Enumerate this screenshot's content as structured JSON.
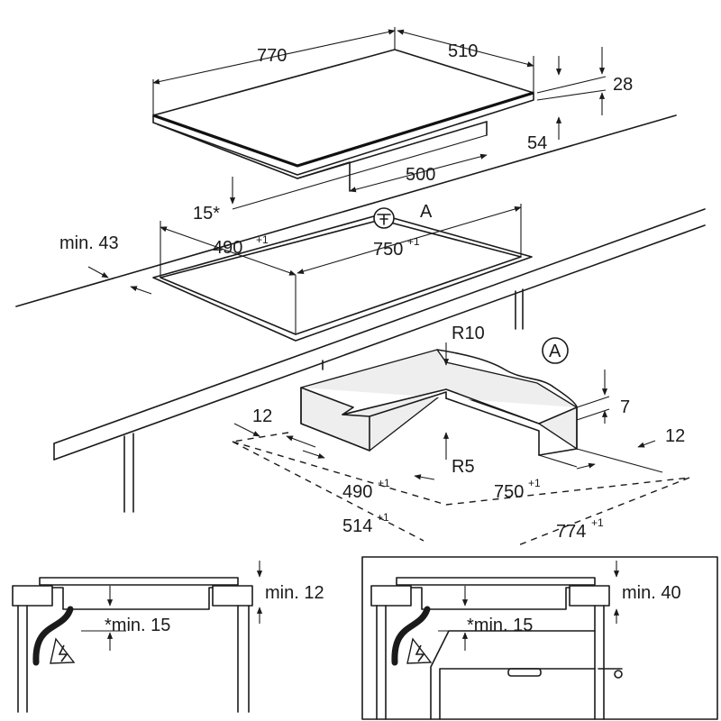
{
  "hob_top": {
    "width": "770",
    "depth": "510",
    "height_total": "28",
    "height_body": "54",
    "body_width": "500",
    "angle": "15*"
  },
  "cutout": {
    "min_front": "min. 43",
    "depth": "490",
    "depth_tol": "+1",
    "width": "750",
    "width_tol": "+1",
    "marker": "A"
  },
  "detail_a": {
    "marker": "A",
    "radius_outer": "R10",
    "radius_inner": "R5",
    "step_height": "7",
    "left_offset": "12",
    "right_offset": "12",
    "inner_depth": "490",
    "inner_depth_tol": "+1",
    "inner_width": "750",
    "inner_width_tol": "+1",
    "outer_depth": "514",
    "outer_depth_tol": "+1",
    "outer_width": "774",
    "outer_width_tol": "+1"
  },
  "section_left": {
    "clearance": "min. 12",
    "below": "*min. 15"
  },
  "section_right": {
    "clearance": "min. 40",
    "below": "*min. 15"
  }
}
